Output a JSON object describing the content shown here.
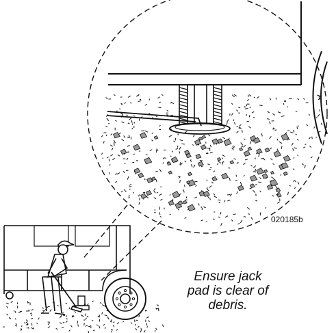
{
  "figure": {
    "reference_code": "020185b",
    "caption_lines": [
      "Ensure jack",
      "pad is clear  of",
      "debris."
    ]
  },
  "colors": {
    "line": "#111111",
    "background": "#ffffff"
  }
}
